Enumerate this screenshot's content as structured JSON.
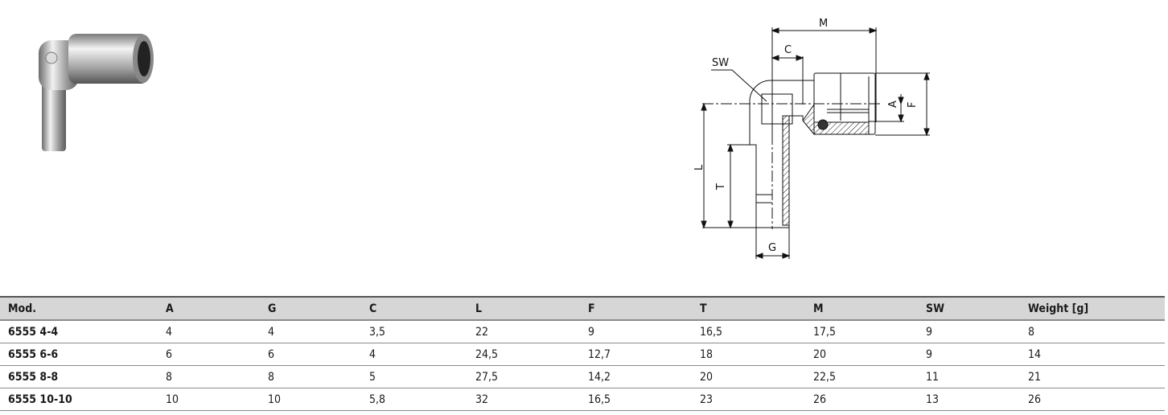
{
  "drawing_labels": {
    "M": "M",
    "C": "C",
    "SW": "SW",
    "A": "A",
    "F": "F",
    "L": "L",
    "T": "T",
    "G": "G"
  },
  "table": {
    "headers": [
      "Mod.",
      "A",
      "G",
      "C",
      "L",
      "F",
      "T",
      "M",
      "SW",
      "Weight [g]"
    ],
    "rows": [
      [
        "6555 4-4",
        "4",
        "4",
        "3,5",
        "22",
        "9",
        "16,5",
        "17,5",
        "9",
        "8"
      ],
      [
        "6555 6-6",
        "6",
        "6",
        "4",
        "24,5",
        "12,7",
        "18",
        "20",
        "9",
        "14"
      ],
      [
        "6555 8-8",
        "8",
        "8",
        "5",
        "27,5",
        "14,2",
        "20",
        "22,5",
        "11",
        "21"
      ],
      [
        "6555 10-10",
        "10",
        "10",
        "5,8",
        "32",
        "16,5",
        "23",
        "26",
        "13",
        "26"
      ]
    ]
  }
}
